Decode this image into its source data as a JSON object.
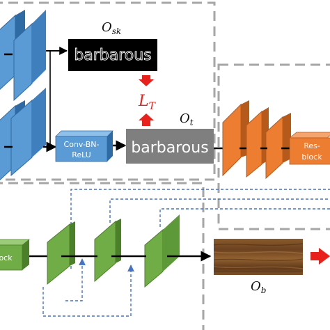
{
  "labels": {
    "o_sk": {
      "main": "O",
      "sub": "sk"
    },
    "o_t": {
      "main": "O",
      "sub": "t"
    },
    "o_b": {
      "main": "O",
      "sub": "b"
    },
    "loss": {
      "main": "L",
      "sub": "T"
    }
  },
  "word_images": {
    "skeleton_word": "barbarous",
    "text_word": "barbarous"
  },
  "blocks": {
    "conv_bn_relu": {
      "line1": "Conv-BN-",
      "line2": "ReLU"
    },
    "res_block_top": {
      "line1": "Res-",
      "line2": "block"
    },
    "res_block_left": "block"
  },
  "colors": {
    "blue": "#5b9bd5",
    "blue_dark": "#2e6aa3",
    "orange": "#ed7d31",
    "orange_dark": "#b65a1b",
    "green": "#70ad47",
    "green_dark": "#4b7f2a",
    "gray": "#7f7f7f",
    "red": "#e8211c",
    "dashed_frame": "#a6a6a6",
    "dashed_link": "#4472c4"
  }
}
